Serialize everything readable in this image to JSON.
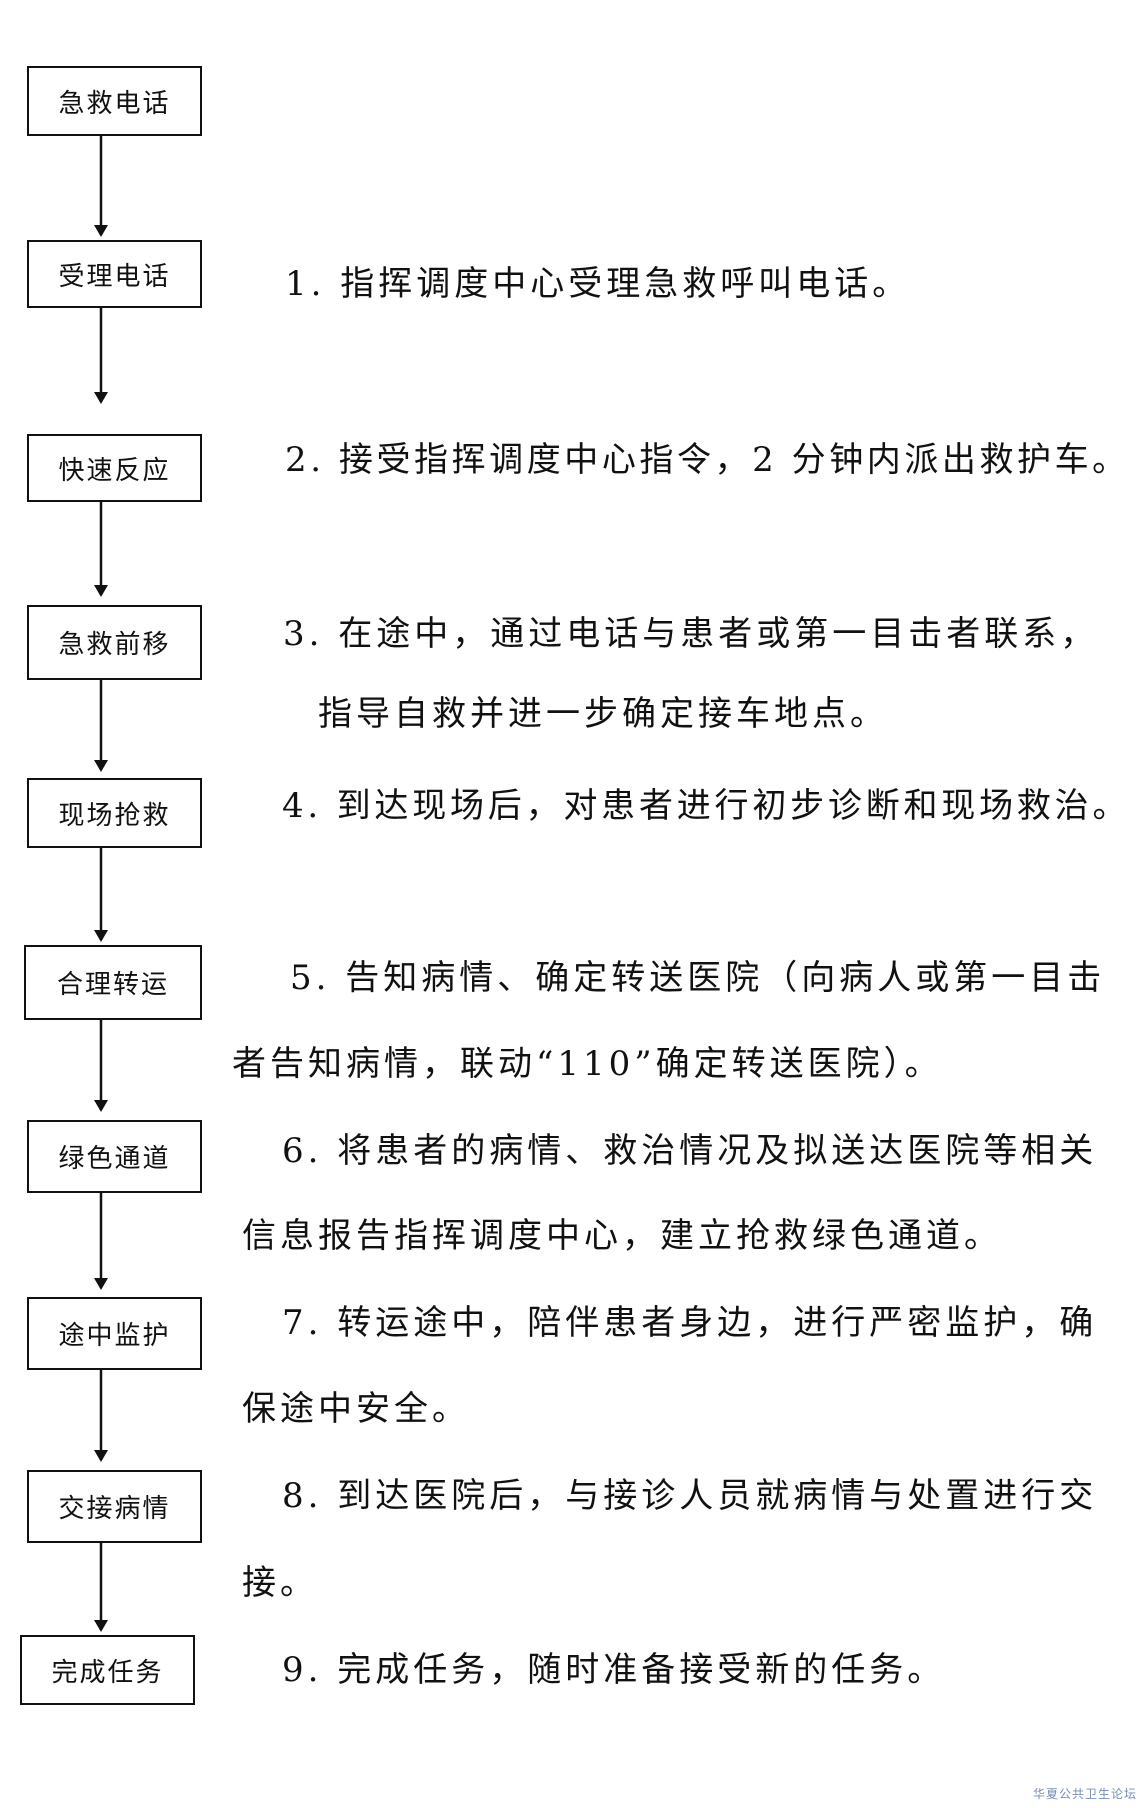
{
  "steps": [
    {
      "label": "急救电话",
      "lines": []
    },
    {
      "label": "受理电话",
      "lines": [
        "1. 指挥调度中心受理急救呼叫电话。"
      ]
    },
    {
      "label": "快速反应",
      "lines": [
        "2. 接受指挥调度中心指令，2 分钟内派出救护车。"
      ]
    },
    {
      "label": "急救前移",
      "lines": [
        "3. 在途中，通过电话与患者或第一目击者联系，",
        "指导自救并进一步确定接车地点。"
      ]
    },
    {
      "label": "现场抢救",
      "lines": [
        "4. 到达现场后，对患者进行初步诊断和现场救治。"
      ]
    },
    {
      "label": "合理转运",
      "lines": [
        "5. 告知病情、确定转送医院（向病人或第一目击",
        "者告知病情，联动“110”确定转送医院）。"
      ]
    },
    {
      "label": "绿色通道",
      "lines": [
        "6.  将患者的病情、救治情况及拟送达医院等相关",
        "信息报告指挥调度中心，建立抢救绿色通道。"
      ]
    },
    {
      "label": "途中监护",
      "lines": [
        "7.  转运途中，陪伴患者身边，进行严密监护，确",
        "保途中安全。"
      ]
    },
    {
      "label": "交接病情",
      "lines": [
        "8.  到达医院后，与接诊人员就病情与处置进行交",
        "接。"
      ]
    },
    {
      "label": "完成任务",
      "lines": [
        "9.  完成任务，随时准备接受新的任务。"
      ]
    }
  ],
  "watermark": "华夏公共卫生论坛"
}
